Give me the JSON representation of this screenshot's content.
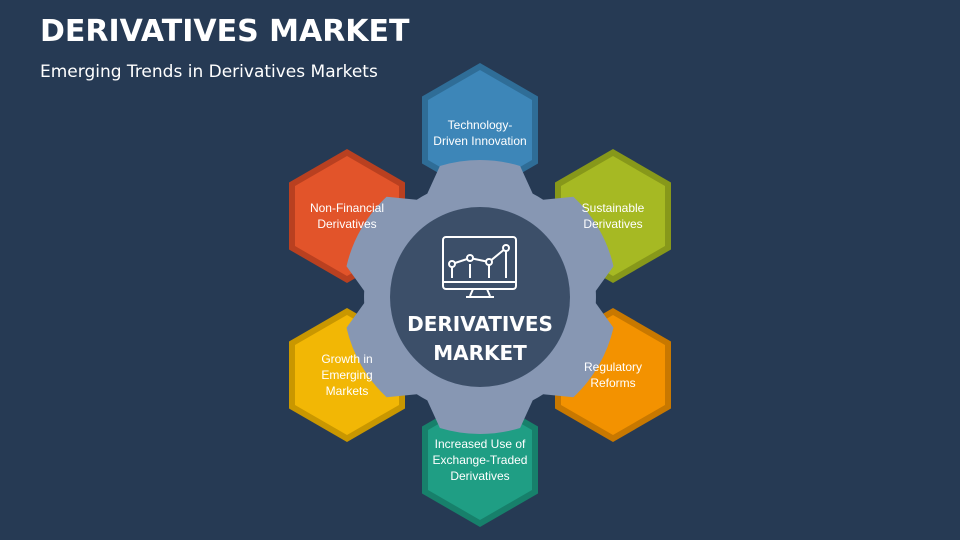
{
  "header": {
    "title": "DERIVATIVES MARKET",
    "subtitle": "Emerging Trends in Derivatives Markets"
  },
  "center": {
    "label": "DERIVATIVES MARKET",
    "icon": "monitor-chart-icon"
  },
  "segments": [
    {
      "key": "tech",
      "label": "Technology-Driven Innovation",
      "color": "#3d86b8",
      "border": "#2f6d97"
    },
    {
      "key": "sustainable",
      "label": "Sustainable Derivatives",
      "color": "#a6b923",
      "border": "#87981a"
    },
    {
      "key": "regulatory",
      "label": "Regulatory Reforms",
      "color": "#f39200",
      "border": "#c87800"
    },
    {
      "key": "exchange",
      "label": "Increased Use of Exchange-Traded Derivatives",
      "color": "#1f9e84",
      "border": "#17806b"
    },
    {
      "key": "emerging",
      "label": "Growth in Emerging Markets",
      "color": "#f2b705",
      "border": "#c99700"
    },
    {
      "key": "nonfinancial",
      "label": "Non-Financial Derivatives",
      "color": "#e2542a",
      "border": "#b94020"
    }
  ],
  "colors": {
    "background": "#263a54",
    "gear": "#8797b3",
    "center_circle": "#3c4f69"
  }
}
